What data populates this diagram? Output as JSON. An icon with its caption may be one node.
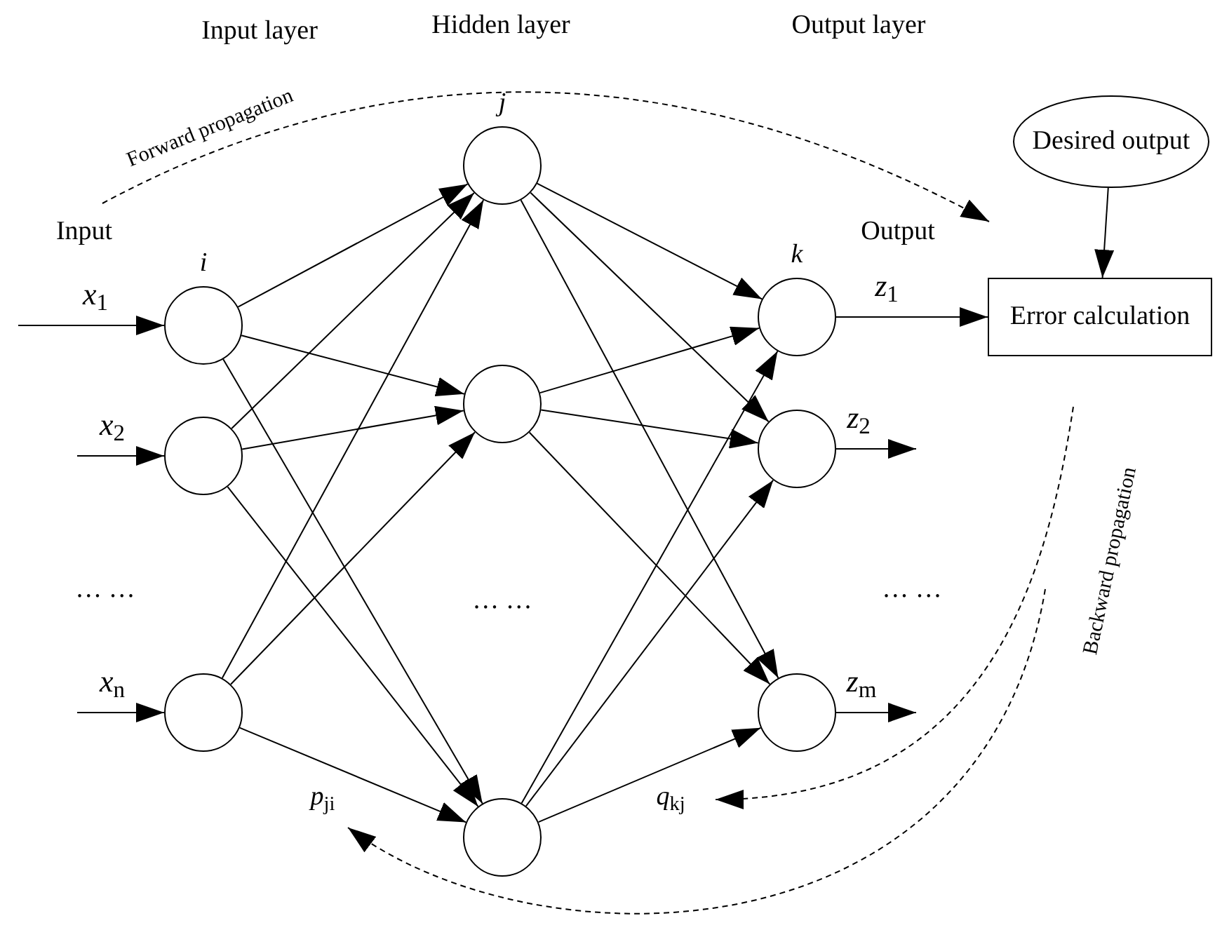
{
  "diagram": {
    "nodes": [
      {
        "text": [],
        "shape": "circle",
        "beside": [
          "*i*"
        ]
      },
      {
        "text": [],
        "shape": "circle"
      },
      {
        "text": [],
        "shape": "circle"
      },
      {
        "text": [],
        "shape": "circle",
        "beside": [
          "*j*"
        ]
      },
      {
        "text": [],
        "shape": "circle"
      },
      {
        "text": [],
        "shape": "circle"
      },
      {
        "text": [],
        "shape": "circle",
        "beside": [
          "*k*"
        ]
      },
      {
        "text": [],
        "shape": "circle"
      },
      {
        "text": [],
        "shape": "circle"
      },
      {
        "text": [
          "Error calculation"
        ]
      },
      {
        "text": [
          "Desired output"
        ]
      }
    ],
    "edges": [
      {
        "from": null,
        "to": 0,
        "arrow": "to",
        "label": "*x*$_{1}$"
      },
      {
        "from": null,
        "to": 1,
        "arrow": "to",
        "label": "*x*$_{2}$"
      },
      {
        "from": null,
        "to": 2,
        "arrow": "to",
        "label": "*x*$_{n}$"
      },
      {
        "from": 0,
        "to": 3,
        "arrow": "to"
      },
      {
        "from": 0,
        "to": 4,
        "arrow": "to"
      },
      {
        "from": 0,
        "to": 5,
        "arrow": "to"
      },
      {
        "from": 1,
        "to": 3,
        "arrow": "to"
      },
      {
        "from": 1,
        "to": 4,
        "arrow": "to"
      },
      {
        "from": 1,
        "to": 5,
        "arrow": "to"
      },
      {
        "from": 2,
        "to": 3,
        "arrow": "to"
      },
      {
        "from": 2,
        "to": 4,
        "arrow": "to"
      },
      {
        "from": 2,
        "to": 5,
        "arrow": "to"
      },
      {
        "from": 3,
        "to": 6,
        "arrow": "to"
      },
      {
        "from": 3,
        "to": 7,
        "arrow": "to"
      },
      {
        "from": 3,
        "to": 8,
        "arrow": "to"
      },
      {
        "from": 4,
        "to": 6,
        "arrow": "to"
      },
      {
        "from": 4,
        "to": 7,
        "arrow": "to"
      },
      {
        "from": 4,
        "to": 8,
        "arrow": "to"
      },
      {
        "from": 5,
        "to": 6,
        "arrow": "to"
      },
      {
        "from": 5,
        "to": 7,
        "arrow": "to"
      },
      {
        "from": 5,
        "to": 8,
        "arrow": "to"
      },
      {
        "from": 6,
        "to": 9,
        "arrow": "to",
        "label": "*z*$_{1}$"
      },
      {
        "from": 7,
        "to": null,
        "arrow": "to",
        "label": "*z*$_{2}$"
      },
      {
        "from": 8,
        "to": null,
        "arrow": "to",
        "label": "*z*$_{m}$"
      },
      {
        "from": 10,
        "to": 9,
        "arrow": "to"
      }
    ],
    "labels": [
      "Input layer",
      "Hidden layer",
      "Output layer",
      "Forward propagation",
      "Input",
      "Output",
      "… …",
      "… …",
      "… …",
      "Backward propagation",
      "*p*$_{ji}$",
      "*q*$_{kj}$"
    ]
  }
}
